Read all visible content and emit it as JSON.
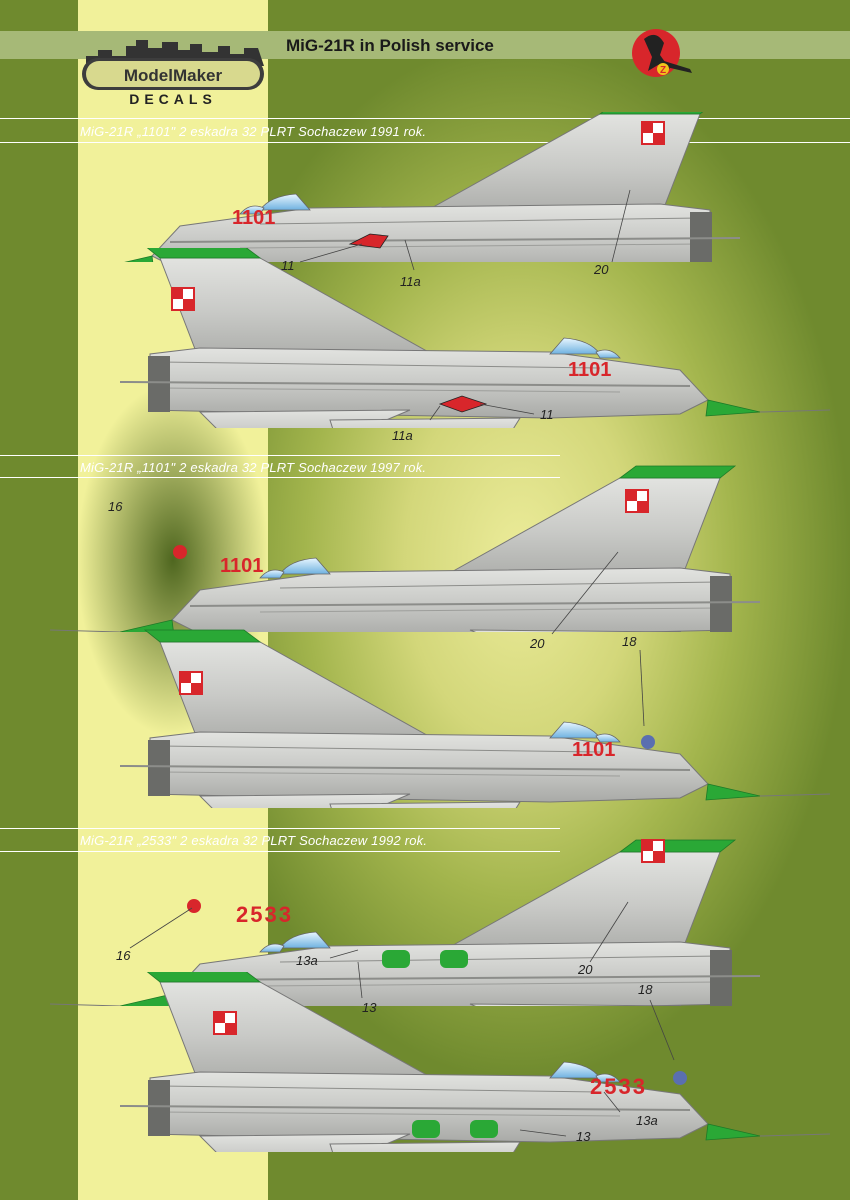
{
  "title": "MiG-21R in Polish service",
  "logo": {
    "line1": "ModelMaker",
    "line2": "DECALS"
  },
  "badge": {
    "text": "Z"
  },
  "colors": {
    "stripe": "#f1f19a",
    "camo_green": "#2aa836",
    "jet_grey": "#c9cac7",
    "code_red": "#d8262b"
  },
  "captions": [
    "MiG-21R „1101\" 2 eskadra 32 PLRT Sochaczew 1991 rok.",
    "MiG-21R „1101\" 2 eskadra 32 PLRT Sochaczew 1997 rok.",
    "MiG-21R „2533\" 2 eskadra 32 PLRT Sochaczew 1992 rok."
  ],
  "profiles": [
    {
      "code": "1101"
    },
    {
      "code": "1101"
    },
    {
      "code": "1101"
    },
    {
      "code": "1101"
    },
    {
      "code": "2533"
    },
    {
      "code": "2533"
    }
  ],
  "callouts": {
    "c1": "11",
    "c2": "11a",
    "c3": "20",
    "c4": "11a",
    "c5": "11",
    "c6": "16",
    "c7": "20",
    "c8": "18",
    "c9": "16",
    "c10": "13a",
    "c11": "20",
    "c12": "13",
    "c13": "18",
    "c14": "13a",
    "c15": "13"
  }
}
